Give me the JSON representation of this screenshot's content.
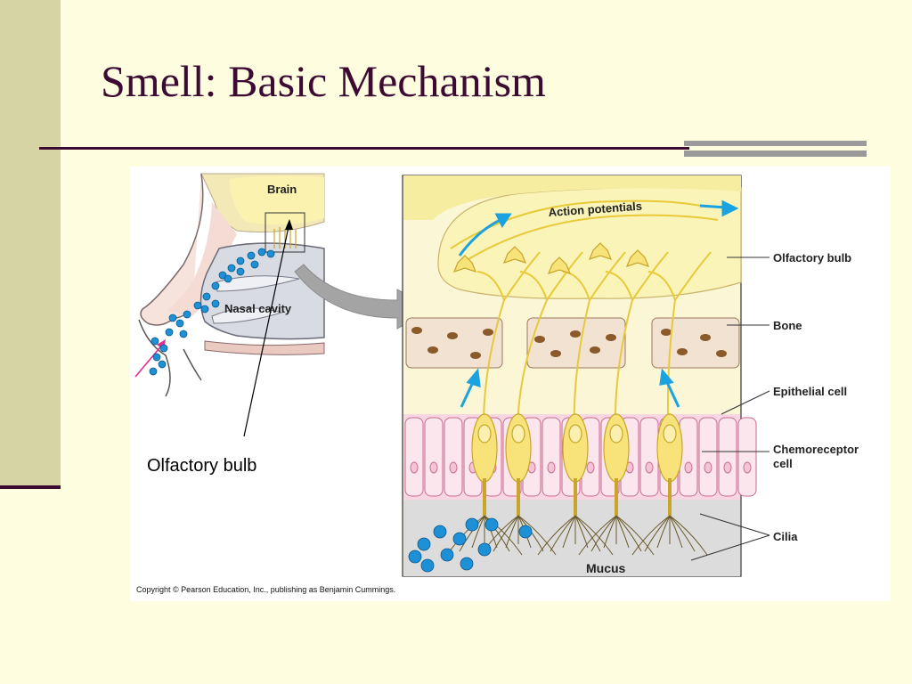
{
  "slide": {
    "title": "Smell: Basic Mechanism",
    "annotation_label": "Olfactory bulb"
  },
  "figure": {
    "left_panel": {
      "labels": {
        "brain": "Brain",
        "nasal_cavity": "Nasal cavity"
      }
    },
    "right_panel": {
      "labels": {
        "action_potentials": "Action potentials",
        "mucus": "Mucus"
      },
      "callouts": {
        "olfactory_bulb": "Olfactory bulb",
        "bone": "Bone",
        "epithelial_cell": "Epithelial cell",
        "chemoreceptor_line1": "Chemoreceptor",
        "chemoreceptor_line2": "cell",
        "cilia": "Cilia"
      }
    },
    "copyright": "Copyright © Pearson Education, Inc., publishing as Benjamin Cummings."
  },
  "colors": {
    "background": "#fffde0",
    "title": "#3b0b33",
    "side_band": "#d6d3a4",
    "neuron_yellow": "#f7e37a",
    "bulb_fill": "#fbf4b8",
    "epithelium_pink": "#f8d6e2",
    "bone_tan": "#f2e2d2",
    "mucus_gray": "#dcdcdc",
    "odorant_blue": "#1e90d6",
    "arrow_blue": "#1aa3e0"
  }
}
